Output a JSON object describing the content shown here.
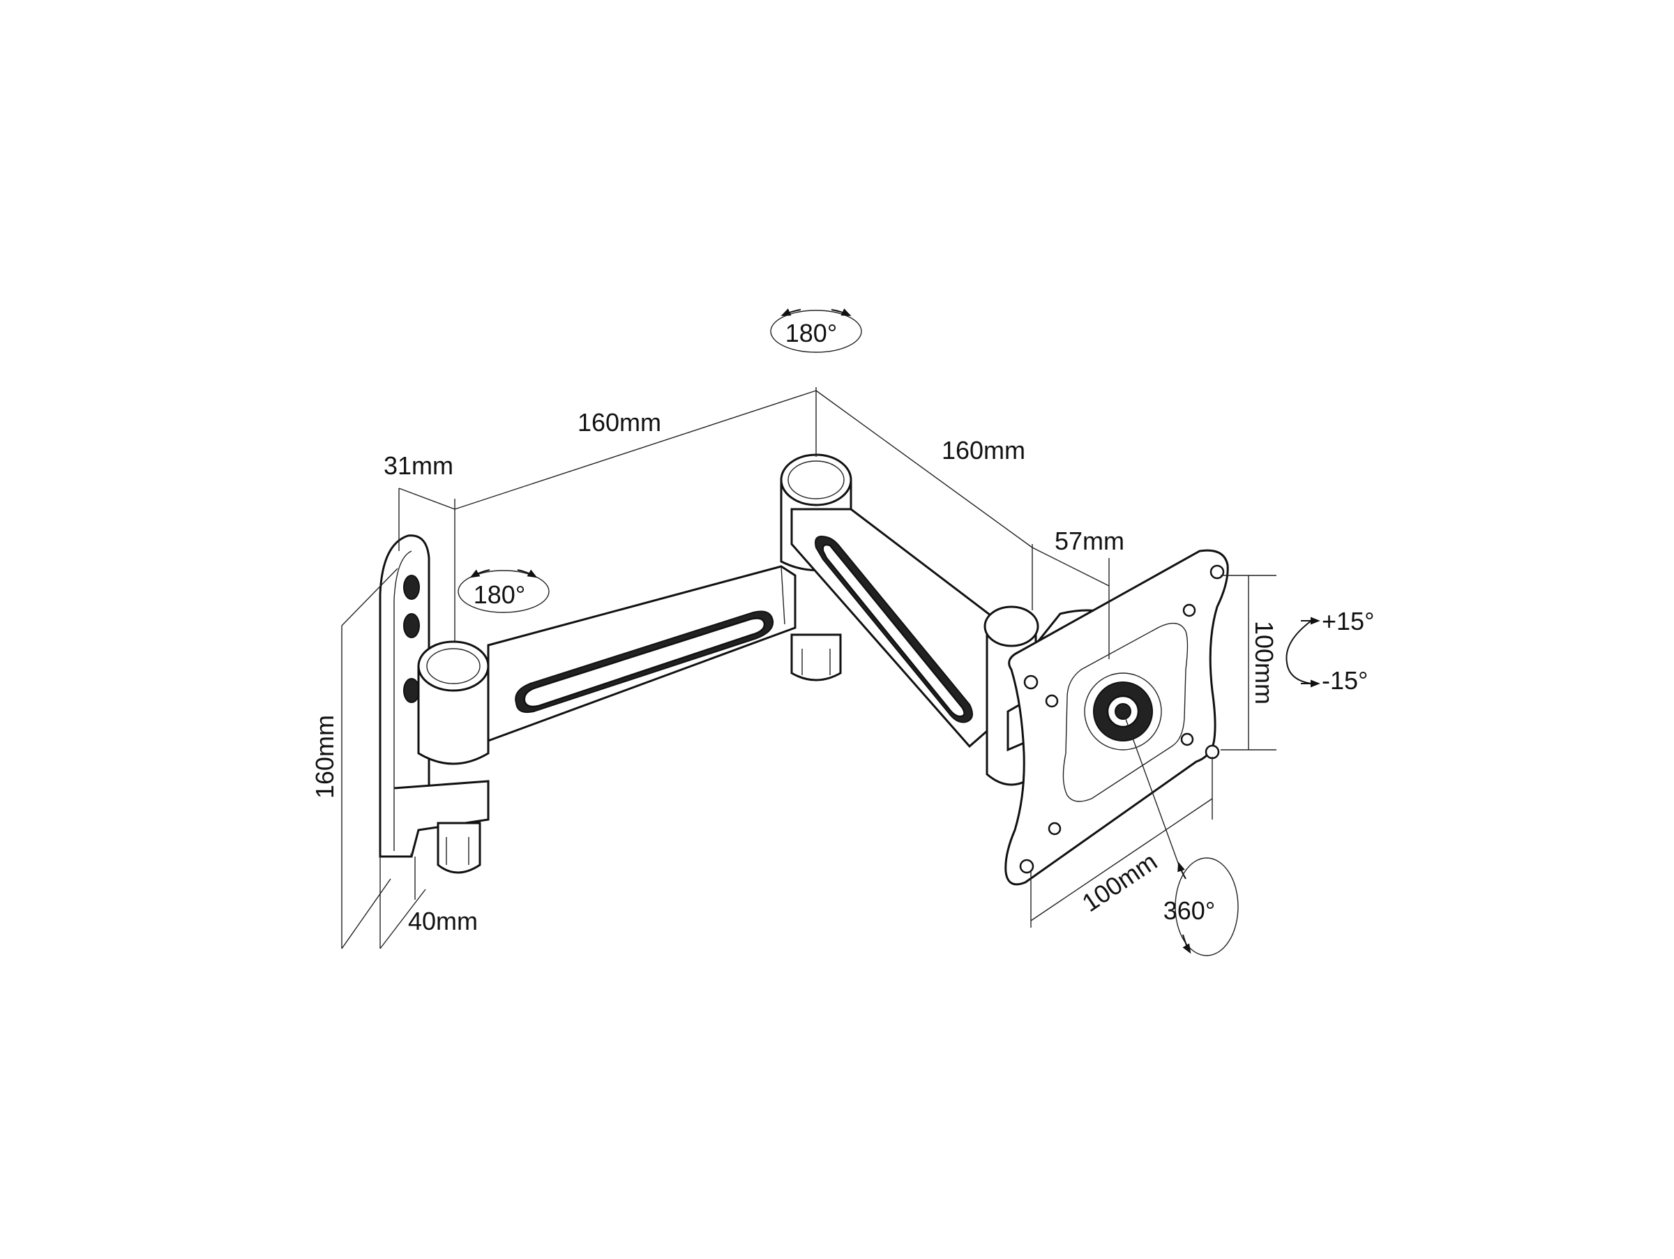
{
  "dimensions": {
    "wall_plate_height": "160mm",
    "wall_plate_depth": "40mm",
    "pivot_offset": "31mm",
    "first_arm_length": "160mm",
    "second_arm_length": "160mm",
    "head_depth": "57mm",
    "vesa_height": "100mm",
    "vesa_width": "100mm"
  },
  "rotations": {
    "wall_pivot": "180°",
    "elbow_pivot": "180°",
    "plate_rotation": "360°",
    "tilt_up": "+15°",
    "tilt_down": "-15°"
  }
}
